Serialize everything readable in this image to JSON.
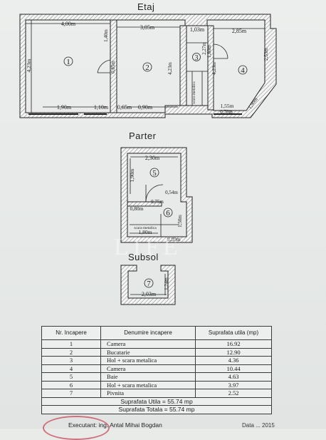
{
  "sections": {
    "floor1": "Etaj",
    "ground": "Parter",
    "basement": "Subsol"
  },
  "floor1": {
    "rooms": [
      "1",
      "2",
      "3",
      "4"
    ],
    "dims": [
      "4,00m",
      "1,40m",
      "3,05m",
      "1,03m",
      "2,85m",
      "4,23m",
      "0,85m",
      "4,23m",
      "2,27m",
      "1,80m",
      "4,23m",
      "2,53m",
      "scara metalica",
      "1,90m",
      "1,10m",
      "0,65m",
      "0,90m",
      "1,55m",
      "0,70m",
      "1,90m"
    ]
  },
  "ground": {
    "rooms": [
      "5",
      "6"
    ],
    "dims": [
      "2,30m",
      "1,90m",
      "0,54m",
      "0,75m",
      "0,80m",
      "scara metalica",
      "1,80m",
      "1,50m",
      "0,80m"
    ]
  },
  "basement": {
    "rooms": [
      "7"
    ],
    "dims": [
      "1,24m",
      "2,03m"
    ]
  },
  "watermark": "LIFE",
  "table": {
    "headers": [
      "Nr. Incapere",
      "Denumire incapere",
      "Suprafata utila (mp)"
    ],
    "rows": [
      [
        "1",
        "Camera",
        "16.92"
      ],
      [
        "2",
        "Bucatarie",
        "12.90"
      ],
      [
        "3",
        "Hol + scara metalica",
        "4.36"
      ],
      [
        "4",
        "Camera",
        "10.44"
      ],
      [
        "5",
        "Baie",
        "4.63"
      ],
      [
        "6",
        "Hol + scara metalica",
        "3.97"
      ],
      [
        "7",
        "Pivnita",
        "2.52"
      ]
    ],
    "utila": "Suprafata Utila = 55.74 mp",
    "totala": "Suprafata Totala = 55.74 mp"
  },
  "author": "Executant: ing. Antal Mihai Bogdan",
  "date_fragment": "Data ... 2015"
}
